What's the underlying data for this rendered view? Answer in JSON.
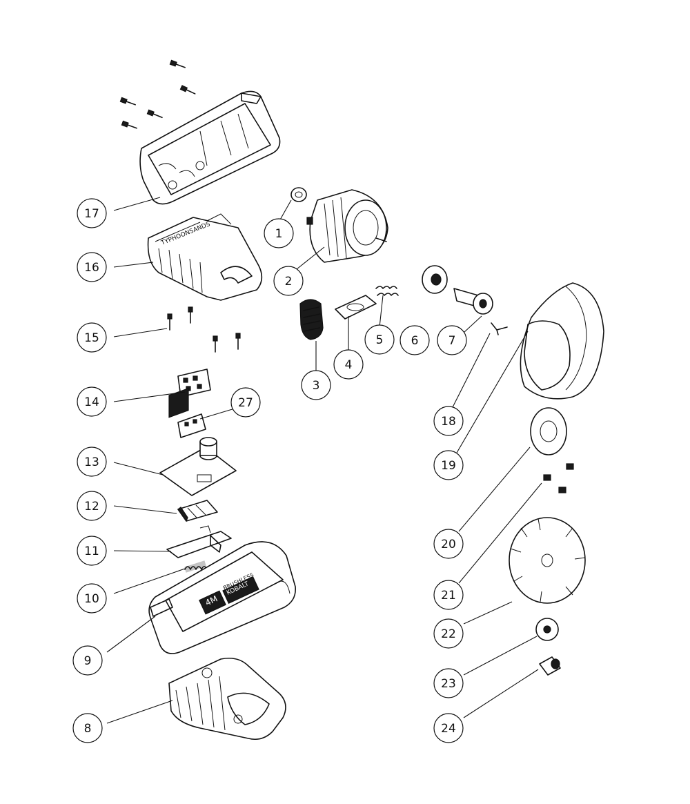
{
  "callouts": [
    {
      "id": "1",
      "label": "1"
    },
    {
      "id": "2",
      "label": "2"
    },
    {
      "id": "3",
      "label": "3"
    },
    {
      "id": "4",
      "label": "4"
    },
    {
      "id": "5",
      "label": "5"
    },
    {
      "id": "6",
      "label": "6"
    },
    {
      "id": "7",
      "label": "7"
    },
    {
      "id": "8",
      "label": "8"
    },
    {
      "id": "9",
      "label": "9"
    },
    {
      "id": "10",
      "label": "10"
    },
    {
      "id": "11",
      "label": "11"
    },
    {
      "id": "12",
      "label": "12"
    },
    {
      "id": "13",
      "label": "13"
    },
    {
      "id": "14",
      "label": "14"
    },
    {
      "id": "15",
      "label": "15"
    },
    {
      "id": "16",
      "label": "16"
    },
    {
      "id": "17",
      "label": "17"
    },
    {
      "id": "18",
      "label": "18"
    },
    {
      "id": "19",
      "label": "19"
    },
    {
      "id": "20",
      "label": "20"
    },
    {
      "id": "21",
      "label": "21"
    },
    {
      "id": "22",
      "label": "22"
    },
    {
      "id": "23",
      "label": "23"
    },
    {
      "id": "24",
      "label": "24"
    },
    {
      "id": "27",
      "label": "27"
    }
  ],
  "housing_text": {
    "brand": "BRUSHLESS",
    "model": "4M",
    "logo": "KOBALT",
    "side_label": "TYPHOONSANDS"
  }
}
